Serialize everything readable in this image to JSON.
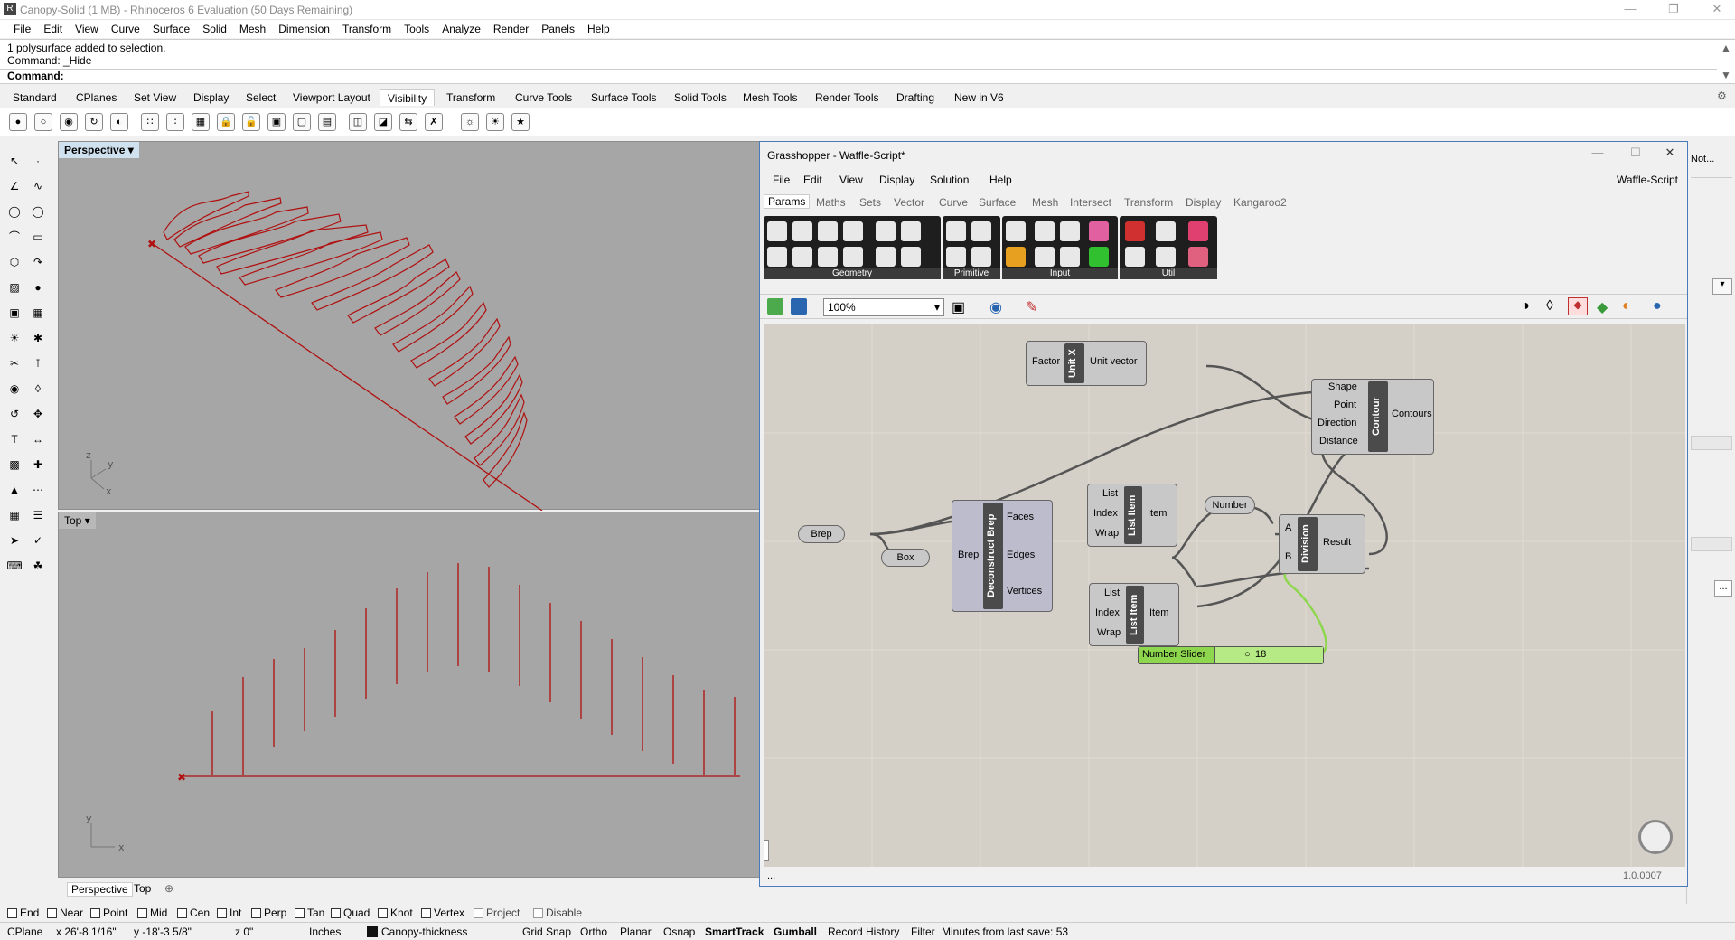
{
  "window": {
    "title": "Canopy-Solid (1 MB) - Rhinoceros 6 Evaluation (50 Days Remaining)"
  },
  "menu": [
    "File",
    "Edit",
    "View",
    "Curve",
    "Surface",
    "Solid",
    "Mesh",
    "Dimension",
    "Transform",
    "Tools",
    "Analyze",
    "Render",
    "Panels",
    "Help"
  ],
  "command": {
    "line1": "1 polysurface added to selection.",
    "line2": "Command: _Hide",
    "prompt": "Command:"
  },
  "toolbar_tabs": [
    "Standard",
    "CPlanes",
    "Set View",
    "Display",
    "Select",
    "Viewport Layout",
    "Visibility",
    "Transform",
    "Curve Tools",
    "Surface Tools",
    "Solid Tools",
    "Mesh Tools",
    "Render Tools",
    "Drafting",
    "New in V6"
  ],
  "active_tab": "Visibility",
  "viewports": {
    "perspective": "Perspective",
    "top": "Top"
  },
  "viewport_tabs": [
    "Perspective",
    "Top"
  ],
  "axes": {
    "z": "z",
    "y": "y",
    "x": "x",
    "ty": "y",
    "tx": "x"
  },
  "osnaps": [
    "End",
    "Near",
    "Point",
    "Mid",
    "Cen",
    "Int",
    "Perp",
    "Tan",
    "Quad",
    "Knot",
    "Vertex",
    "Project",
    "Disable"
  ],
  "status": {
    "cplane": "CPlane",
    "x": "x 26'-8 1/16\"",
    "y": "y -18'-3 5/8\"",
    "z": "z 0\"",
    "units": "Inches",
    "layer": "Canopy-thickness",
    "grid_snap": "Grid Snap",
    "ortho": "Ortho",
    "planar": "Planar",
    "osnap": "Osnap",
    "smarttrack": "SmartTrack",
    "gumball": "Gumball",
    "record_history": "Record History",
    "filter": "Filter",
    "save_info": "Minutes from last save: 53"
  },
  "right_panel": {
    "label": "Not...",
    "btn": "..."
  },
  "grasshopper": {
    "title": "Grasshopper - Waffle-Script*",
    "doc_name": "Waffle-Script",
    "menu": [
      "File",
      "Edit",
      "View",
      "Display",
      "Solution",
      "Help"
    ],
    "tabs": [
      "Params",
      "Maths",
      "Sets",
      "Vector",
      "Curve",
      "Surface",
      "Mesh",
      "Intersect",
      "Transform",
      "Display",
      "Kangaroo2"
    ],
    "active_tab": "Params",
    "ribbon_groups": [
      "Geometry",
      "Primitive",
      "Input",
      "Util"
    ],
    "zoom": "100%",
    "version": "1.0.0007",
    "footer_left": "...",
    "components": {
      "unitx": {
        "name": "Unit X",
        "in": "Factor",
        "out": "Unit vector"
      },
      "contour": {
        "name": "Contour",
        "inputs": [
          "Shape",
          "Point",
          "Direction",
          "Distance"
        ],
        "out": "Contours"
      },
      "brep": "Brep",
      "box": "Box",
      "debrep": {
        "name": "Deconstruct Brep",
        "in": "Brep",
        "outputs": [
          "Faces",
          "Edges",
          "Vertices"
        ]
      },
      "listitem1": {
        "name": "List Item",
        "inputs": [
          "List",
          "Index",
          "Wrap"
        ],
        "out": "Item"
      },
      "listitem2": {
        "name": "List Item",
        "inputs": [
          "List",
          "Index",
          "Wrap"
        ],
        "out": "Item"
      },
      "number": "Number",
      "division": {
        "name": "Division",
        "inputs": [
          "A",
          "B"
        ],
        "out": "Result"
      },
      "slider": {
        "name": "Number Slider",
        "value": "18"
      }
    }
  }
}
